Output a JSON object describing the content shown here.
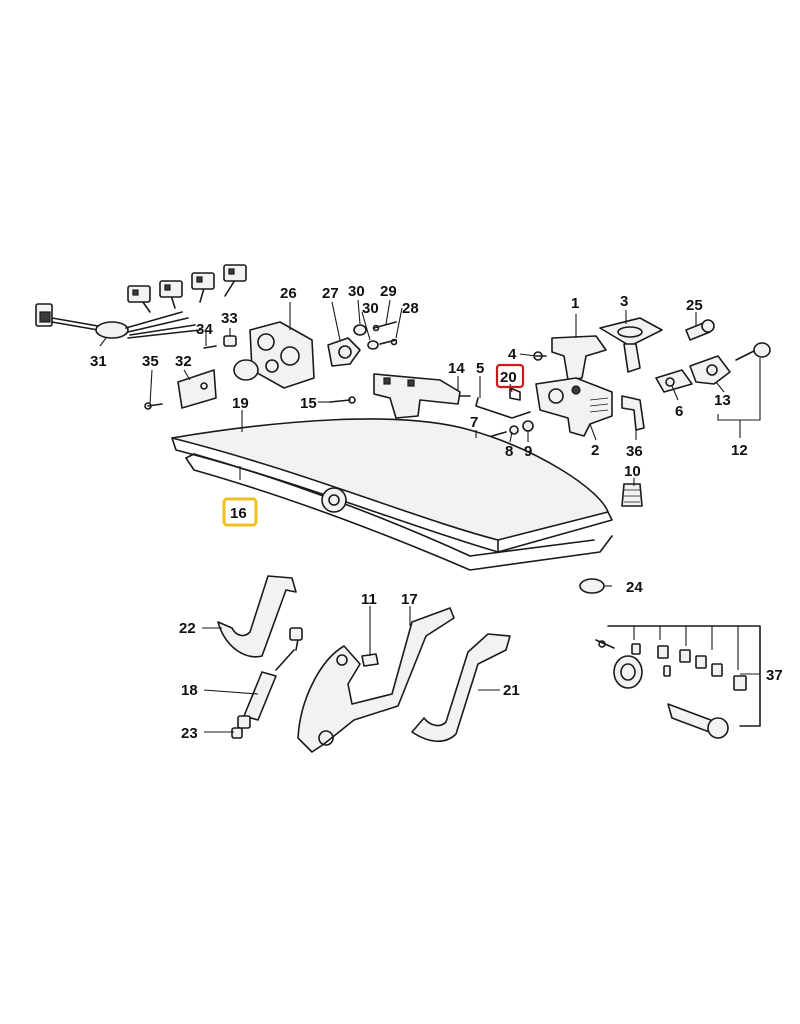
{
  "diagram": {
    "callouts": {
      "c1": "1",
      "c2": "2",
      "c3": "3",
      "c4": "4",
      "c5": "5",
      "c6": "6",
      "c7": "7",
      "c8": "8",
      "c9": "9",
      "c10": "10",
      "c11": "11",
      "c12": "12",
      "c13": "13",
      "c14": "14",
      "c15": "15",
      "c16": "16",
      "c17": "17",
      "c18": "18",
      "c19": "19",
      "c20": "20",
      "c21": "21",
      "c22": "22",
      "c23": "23",
      "c24": "24",
      "c25": "25",
      "c26": "26",
      "c27": "27",
      "c28": "28",
      "c29": "29",
      "c30a": "30",
      "c30b": "30",
      "c31": "31",
      "c32": "32",
      "c33": "33",
      "c34": "34",
      "c35": "35",
      "c36": "36",
      "c37": "37"
    },
    "highlights": {
      "red": "20",
      "yellow": "16",
      "red_color": "#d01818",
      "yellow_color": "#f0c020"
    }
  }
}
